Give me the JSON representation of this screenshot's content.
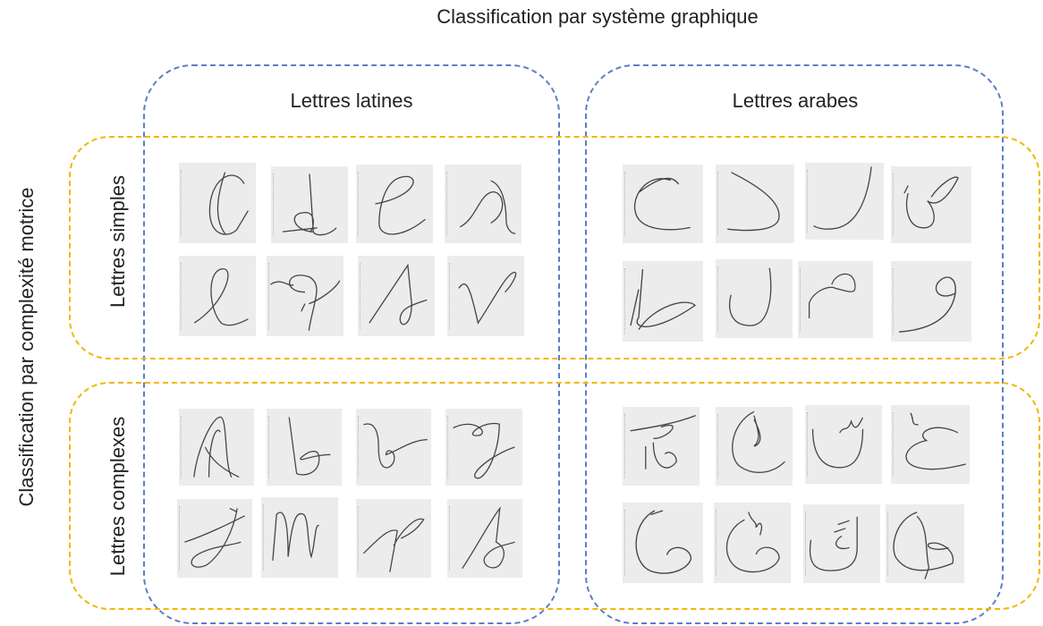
{
  "titles": {
    "top": "Classification par système graphique",
    "left": "Classification par complexité motrice"
  },
  "columns": [
    {
      "label": "Lettres latines"
    },
    {
      "label": "Lettres arabes"
    }
  ],
  "rows": [
    {
      "label": "Lettres simples"
    },
    {
      "label": "Lettres complexes"
    }
  ],
  "colors": {
    "blue_frame": "#5b7ec4",
    "yellow_frame": "#f2b705",
    "thumb_bg": "#ececec",
    "stroke": "#444444"
  }
}
